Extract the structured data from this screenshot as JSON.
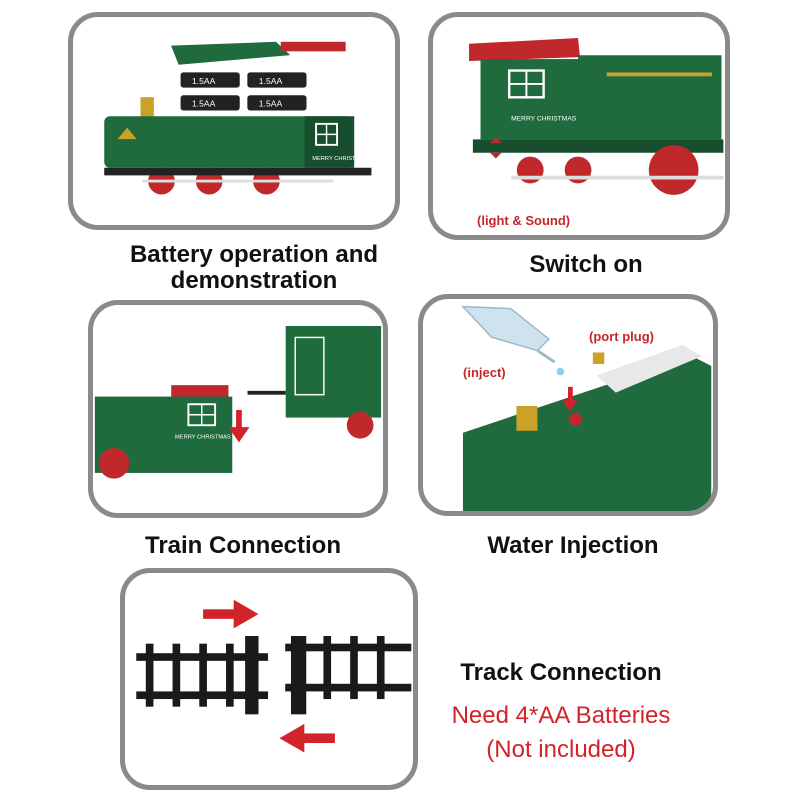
{
  "panels": {
    "battery": {
      "caption_line1": "Battery operation and",
      "caption_line2": "demonstration",
      "battery_label": "1.5AA",
      "loco_text": "MERRY CHRISTMAS"
    },
    "switch": {
      "caption": "Switch on",
      "note": "(light & Sound)",
      "loco_text": "MERRY CHRISTMAS"
    },
    "train_connection": {
      "caption": "Train Connection",
      "loco_text": "MERRY CHRISTMAS"
    },
    "water": {
      "caption": "Water Injection",
      "inject_label": "(inject)",
      "port_label": "(port plug)"
    },
    "track": {
      "caption": "Track Connection",
      "batteries_line1": "Need 4*AA Batteries",
      "batteries_line2": "(Not included)"
    }
  },
  "colors": {
    "border": "#8a8a8a",
    "train_green": "#1f6b3e",
    "train_dark": "#174f2e",
    "accent_red": "#c0282c",
    "gold": "#c9a227",
    "track_black": "#1a1a1a",
    "arrow_red": "#d2232a"
  },
  "icons": [
    "battery-icon",
    "arrow-right-icon",
    "arrow-left-icon",
    "arrow-down-icon",
    "water-bottle-icon",
    "port-plug-icon"
  ]
}
